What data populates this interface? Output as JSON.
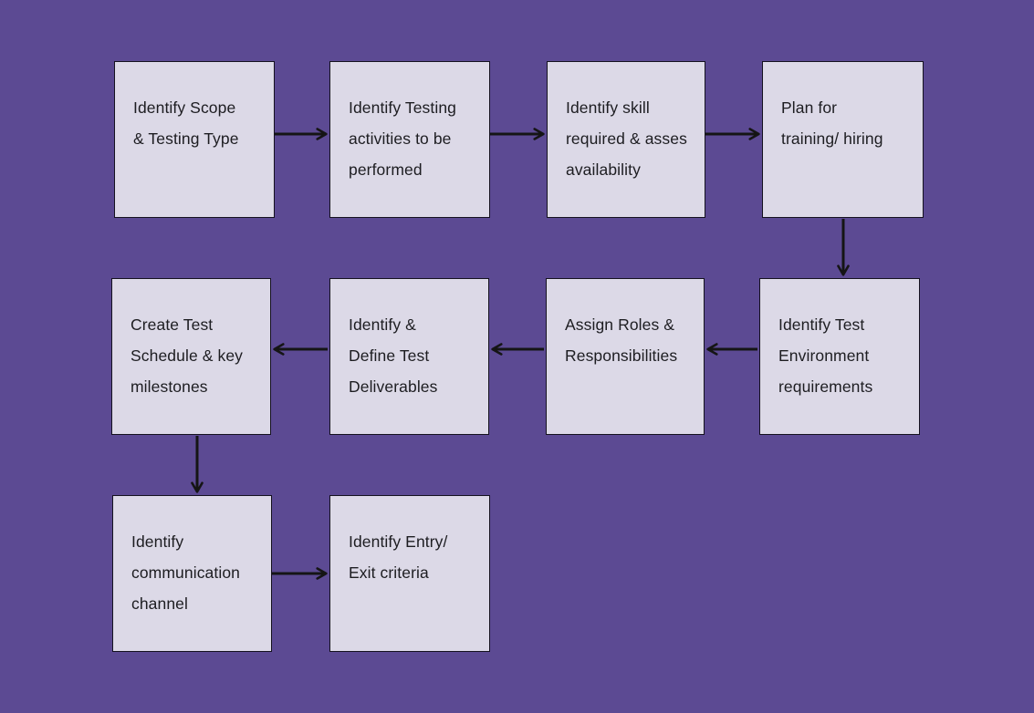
{
  "diagram": {
    "type": "flowchart",
    "colors": {
      "background": "#5c4a93",
      "node_fill": "#dcd9e7",
      "node_border": "#15121f",
      "arrow": "#151515",
      "text": "#1d1d21"
    },
    "nodes": [
      {
        "id": "identify-scope-testing-type",
        "label": "Identify Scope\n& Testing Type"
      },
      {
        "id": "identify-testing-activities",
        "label": "Identify Testing\nactivities to be\nperformed"
      },
      {
        "id": "identify-skill-required",
        "label": "Identify skill\nrequired & asses\navailability"
      },
      {
        "id": "plan-training-hiring",
        "label": "Plan for\ntraining/ hiring"
      },
      {
        "id": "identify-test-environment",
        "label": "Identify Test\nEnvironment\nrequirements"
      },
      {
        "id": "assign-roles-responsibilities",
        "label": "Assign Roles &\nResponsibilities"
      },
      {
        "id": "identify-define-test-deliverables",
        "label": "Identify &\nDefine Test\nDeliverables"
      },
      {
        "id": "create-test-schedule",
        "label": "Create Test\nSchedule & key\nmilestones"
      },
      {
        "id": "identify-communication-channel",
        "label": "Identify\ncommunication\nchannel"
      },
      {
        "id": "identify-entry-exit-criteria",
        "label": "Identify Entry/\nExit criteria"
      }
    ],
    "connections": [
      {
        "from": "identify-scope-testing-type",
        "to": "identify-testing-activities",
        "direction": "right"
      },
      {
        "from": "identify-testing-activities",
        "to": "identify-skill-required",
        "direction": "right"
      },
      {
        "from": "identify-skill-required",
        "to": "plan-training-hiring",
        "direction": "right"
      },
      {
        "from": "plan-training-hiring",
        "to": "identify-test-environment",
        "direction": "down"
      },
      {
        "from": "identify-test-environment",
        "to": "assign-roles-responsibilities",
        "direction": "left"
      },
      {
        "from": "assign-roles-responsibilities",
        "to": "identify-define-test-deliverables",
        "direction": "left"
      },
      {
        "from": "identify-define-test-deliverables",
        "to": "create-test-schedule",
        "direction": "left"
      },
      {
        "from": "create-test-schedule",
        "to": "identify-communication-channel",
        "direction": "down"
      },
      {
        "from": "identify-communication-channel",
        "to": "identify-entry-exit-criteria",
        "direction": "right"
      }
    ]
  }
}
